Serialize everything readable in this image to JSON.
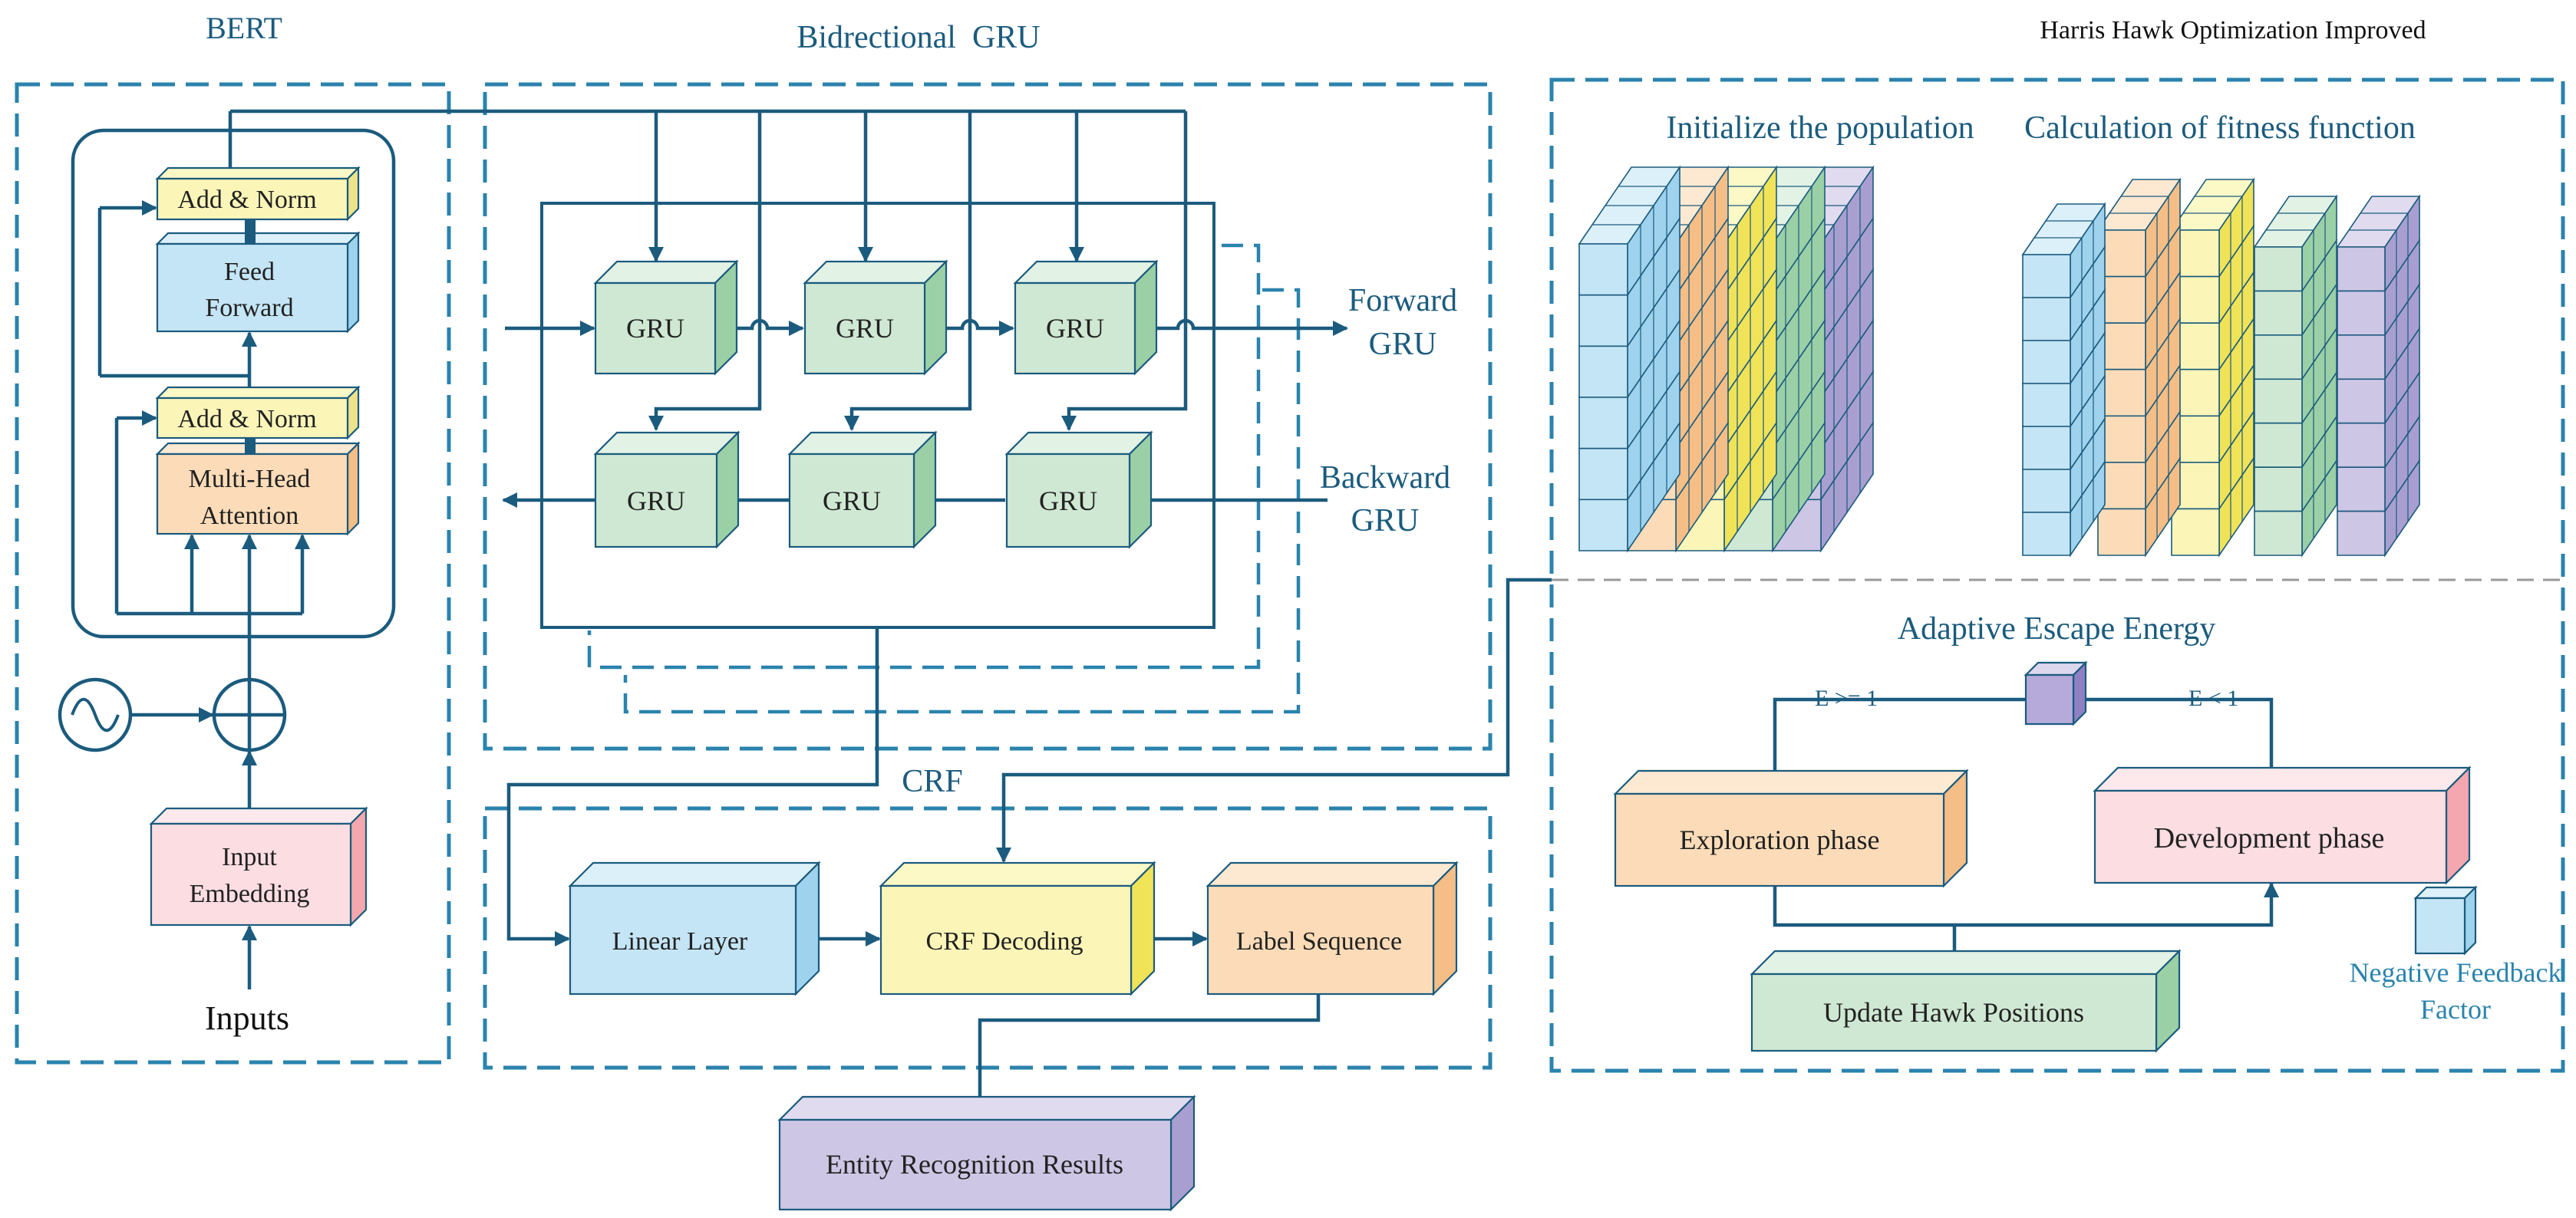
{
  "colors": {
    "line": "#1b5b7e",
    "dash": "#2a83ad",
    "blue": "#c4e5f5",
    "green": "#cfe8d3",
    "yellow": "#fbf6b8",
    "orange": "#fcdcb8",
    "pink": "#fbdde2",
    "purple": "#cdc6e4"
  },
  "bert": {
    "title": "BERT",
    "add_norm_top": "Add & Norm",
    "feed_forward_1": "Feed",
    "feed_forward_2": "Forward",
    "add_norm_bottom": "Add & Norm",
    "attention_1": "Multi-Head",
    "attention_2": "Attention",
    "embedding_1": "Input",
    "embedding_2": "Embedding",
    "inputs": "Inputs"
  },
  "bigru": {
    "title": "Bidrectional  GRU",
    "cell": "GRU",
    "forward_1": "Forward",
    "forward_2": "GRU",
    "backward_1": "Backward",
    "backward_2": "GRU"
  },
  "crf": {
    "title": "CRF",
    "linear": "Linear Layer",
    "decoding": "CRF Decoding",
    "label_seq": "Label Sequence"
  },
  "result": "Entity Recognition Results",
  "hho": {
    "title": "Harris Hawk Optimization Improved",
    "init_pop": "Initialize the population",
    "fitness": "Calculation of fitness function",
    "escape": "Adaptive Escape Energy",
    "e_ge": "E >= 1",
    "e_lt": "E < 1",
    "exploration": "Exploration phase",
    "development": "Development phase",
    "update": "Update Hawk Positions",
    "neg_1": "Negative Feedback",
    "neg_2": "Factor"
  }
}
